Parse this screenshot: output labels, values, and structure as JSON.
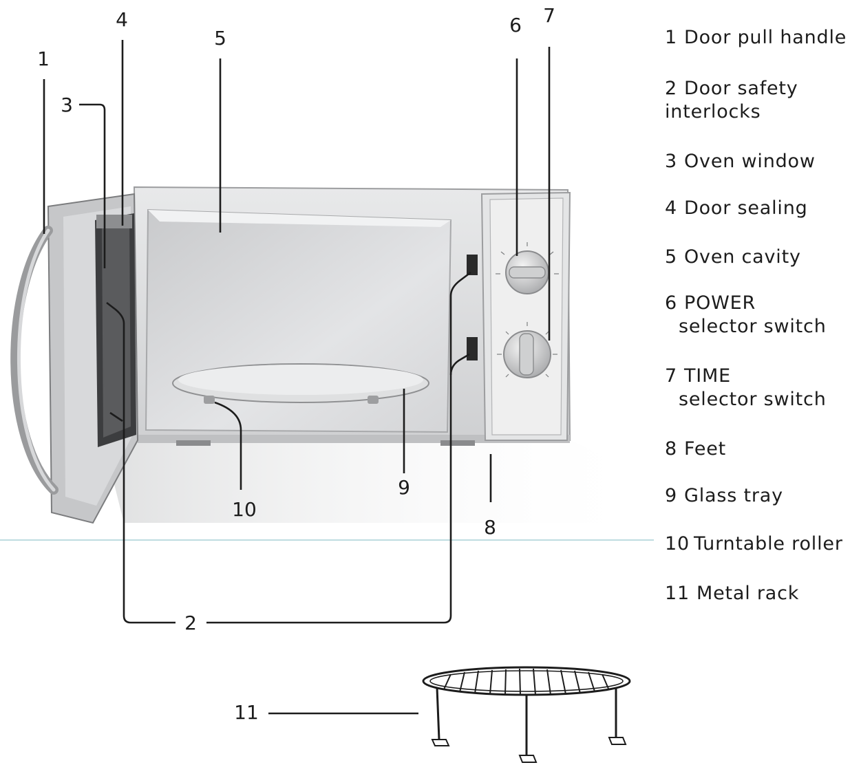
{
  "callouts": [
    "1",
    "2",
    "3",
    "4",
    "5",
    "6",
    "7",
    "8",
    "9",
    "10",
    "11"
  ],
  "legend": [
    {
      "num": "1",
      "line1": "Door pull handle",
      "line2": ""
    },
    {
      "num": "2",
      "line1": "Door safety",
      "line2": "interlocks"
    },
    {
      "num": "3",
      "line1": "Oven window",
      "line2": ""
    },
    {
      "num": "4",
      "line1": "Door sealing",
      "line2": ""
    },
    {
      "num": "5",
      "line1": "Oven cavity",
      "line2": ""
    },
    {
      "num": "6",
      "line1": "POWER",
      "line2": "selector switch"
    },
    {
      "num": "7",
      "line1": "TIME",
      "line2": "selector switch"
    },
    {
      "num": "8",
      "line1": "Feet",
      "line2": ""
    },
    {
      "num": "9",
      "line1": "Glass tray",
      "line2": ""
    },
    {
      "num": "10",
      "line1": "Turntable roller",
      "line2": ""
    },
    {
      "num": "11",
      "line1": "Metal rack",
      "line2": ""
    }
  ],
  "icons": [
    "microwave-oven-illustration",
    "metal-rack-illustration"
  ],
  "colors": {
    "line": "#1c1c1c",
    "floor": "#a9d0d6",
    "body": "#d9dadb"
  }
}
